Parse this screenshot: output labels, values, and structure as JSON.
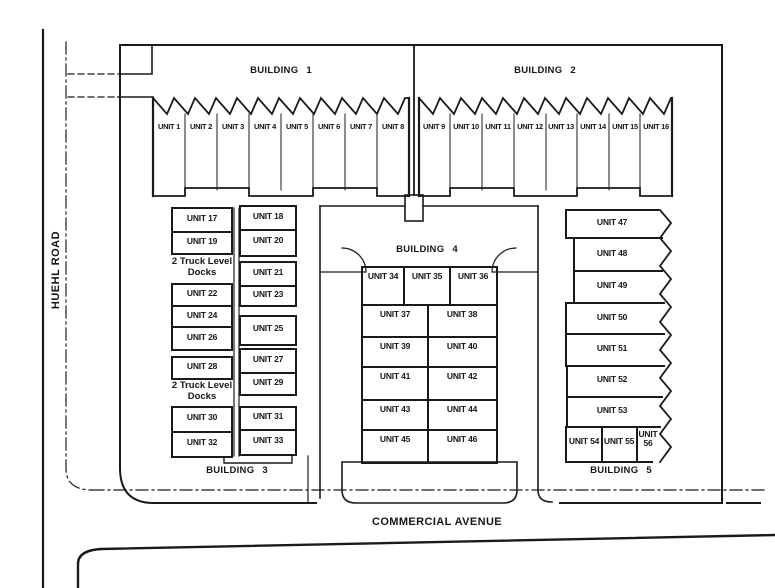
{
  "roads": {
    "left_label": "HUEHL ROAD",
    "bottom_label": "COMMERCIAL AVENUE"
  },
  "buildings": {
    "b1": {
      "label": "BUILDING 1",
      "units": [
        "UNIT 1",
        "UNIT 2",
        "UNIT 3",
        "UNIT 4",
        "UNIT 5",
        "UNIT 6",
        "UNIT 7",
        "UNIT 8"
      ]
    },
    "b2": {
      "label": "BUILDING 2",
      "units": [
        "UNIT 9",
        "UNIT 10",
        "UNIT 11",
        "UNIT 12",
        "UNIT 13",
        "UNIT 14",
        "UNIT 15",
        "UNIT 16"
      ]
    },
    "b3": {
      "label": "BUILDING 3",
      "units": [
        "UNIT 17",
        "UNIT 18",
        "UNIT 19",
        "UNIT 20",
        "UNIT 21",
        "UNIT 22",
        "UNIT 23",
        "UNIT 24",
        "UNIT 25",
        "UNIT 26",
        "UNIT 27",
        "UNIT 28",
        "UNIT 29",
        "UNIT 30",
        "UNIT 31",
        "UNIT 32",
        "UNIT 33"
      ],
      "dock_note_1": "2 Truck Level Docks",
      "dock_note_2": "2 Truck Level Docks"
    },
    "b4": {
      "label": "BUILDING 4",
      "units": [
        "UNIT 34",
        "UNIT 35",
        "UNIT 36",
        "UNIT 37",
        "UNIT 38",
        "UNIT 39",
        "UNIT 40",
        "UNIT 41",
        "UNIT 42",
        "UNIT 43",
        "UNIT 44",
        "UNIT 45",
        "UNIT 46"
      ]
    },
    "b5": {
      "label": "BUILDING 5",
      "units": [
        "UNIT 47",
        "UNIT 48",
        "UNIT 49",
        "UNIT 50",
        "UNIT 51",
        "UNIT 52",
        "UNIT 53",
        "UNIT 54",
        "UNIT 55",
        "UNIT 56"
      ]
    }
  },
  "line_color": "#1a1a1a"
}
